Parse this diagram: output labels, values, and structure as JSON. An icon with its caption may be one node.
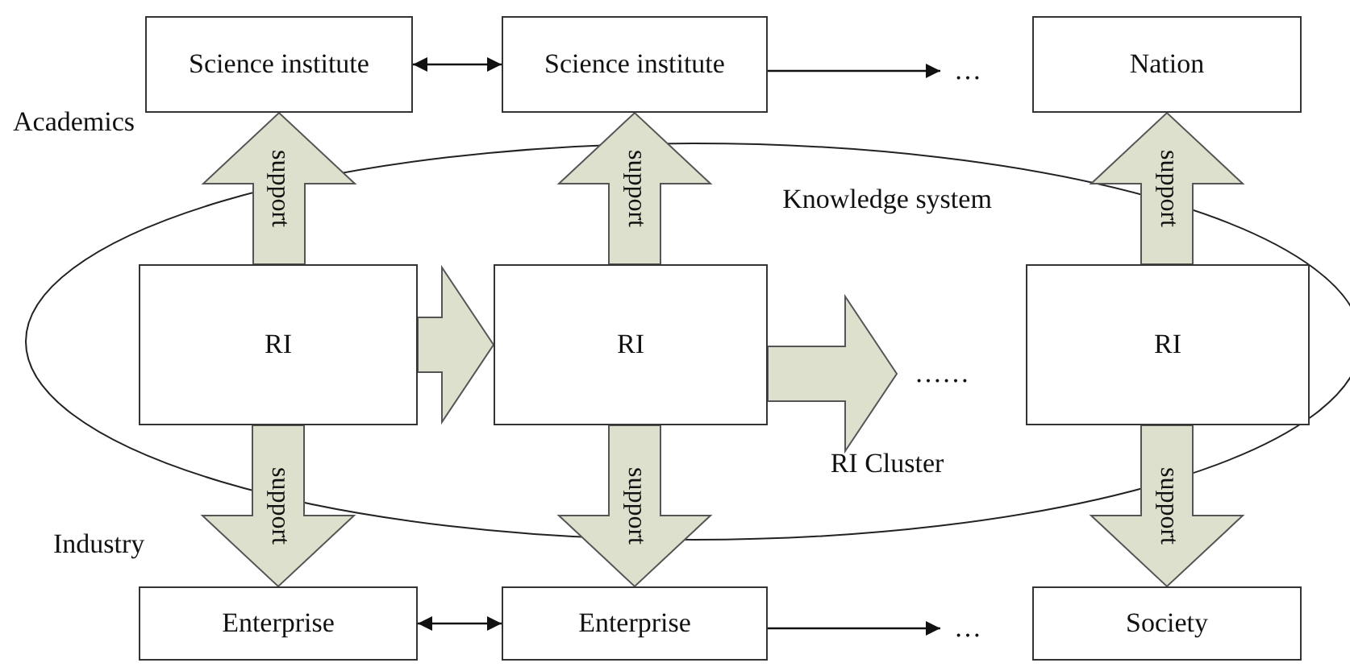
{
  "diagram": {
    "nodes": [
      {
        "text": [
          "Science institute"
        ]
      },
      {
        "text": [
          "Science institute"
        ]
      },
      {
        "text": [
          "…"
        ]
      },
      {
        "text": [
          "Nation"
        ]
      },
      {
        "text": [
          "Knowledge system",
          "RI Cluster"
        ]
      },
      {
        "text": [
          "RI"
        ],
        "in": 4
      },
      {
        "text": [
          "RI"
        ],
        "in": 4
      },
      {
        "text": [
          "……"
        ],
        "in": 4
      },
      {
        "text": [
          "RI"
        ],
        "in": 4
      },
      {
        "text": [
          "Enterprise"
        ]
      },
      {
        "text": [
          "Enterprise"
        ]
      },
      {
        "text": [
          "…"
        ]
      },
      {
        "text": [
          "Society"
        ]
      }
    ],
    "edges": [
      {
        "from": 0,
        "to": 1,
        "arrow": "both"
      },
      {
        "from": 1,
        "to": 2,
        "arrow": "to"
      },
      {
        "from": 5,
        "to": 0,
        "arrow": "to",
        "label": "support",
        "style": "thick"
      },
      {
        "from": 6,
        "to": 1,
        "arrow": "to",
        "label": "support",
        "style": "thick"
      },
      {
        "from": 8,
        "to": 3,
        "arrow": "to",
        "label": "support",
        "style": "thick"
      },
      {
        "from": 5,
        "to": 6,
        "arrow": "to",
        "style": "thick"
      },
      {
        "from": 6,
        "to": 7,
        "arrow": "to",
        "style": "thick"
      },
      {
        "from": 5,
        "to": 9,
        "arrow": "to",
        "label": "support",
        "style": "thick"
      },
      {
        "from": 6,
        "to": 10,
        "arrow": "to",
        "label": "support",
        "style": "thick"
      },
      {
        "from": 8,
        "to": 12,
        "arrow": "to",
        "label": "support",
        "style": "thick"
      },
      {
        "from": 9,
        "to": 10,
        "arrow": "both"
      },
      {
        "from": 10,
        "to": 11,
        "arrow": "to"
      }
    ],
    "labels": [
      "Academics",
      "Industry"
    ]
  }
}
